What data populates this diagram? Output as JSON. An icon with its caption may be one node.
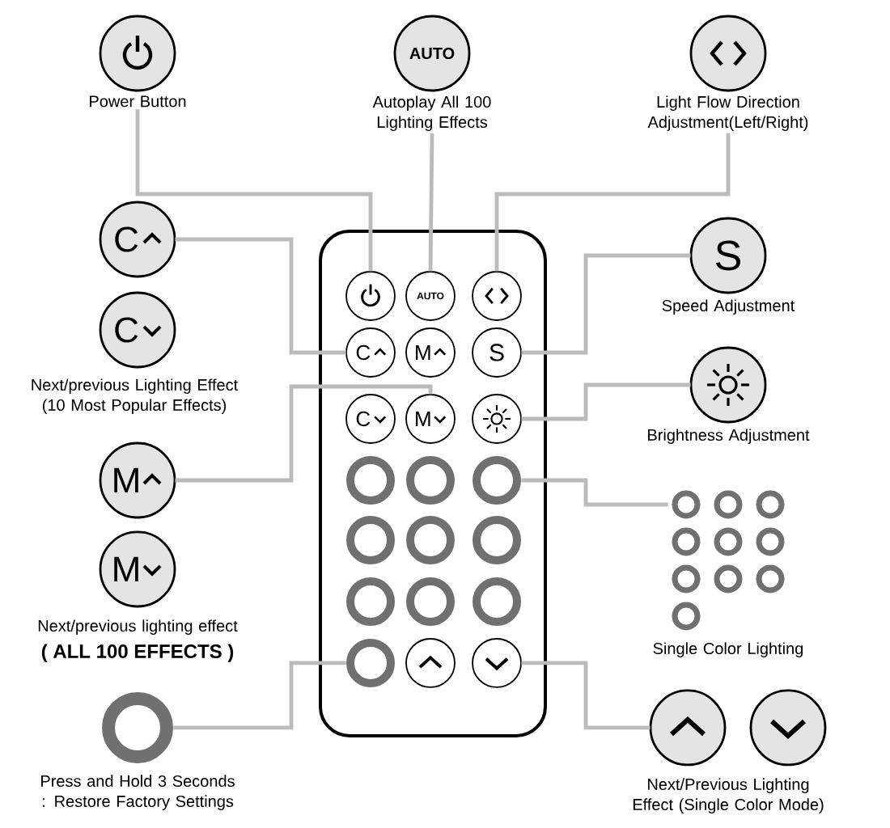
{
  "diagram": {
    "nodes": [
      {
        "text": [
          "Power Button"
        ]
      },
      {
        "text": [
          "AUTO",
          "Autoplay All 100 Lighting Effects"
        ]
      },
      {
        "text": [
          "Light Flow Direction Adjustment(Left/Right)"
        ]
      },
      {
        "text": [
          "C"
        ]
      },
      {
        "text": [
          "C"
        ]
      },
      {
        "text": [
          "M"
        ]
      },
      {
        "text": [
          "M"
        ]
      },
      {
        "text": [],
        "shape": "circle",
        "beside": [
          "Press and Hold 3 Seconds : Restore Factory Settings"
        ]
      },
      {
        "text": [
          "S"
        ],
        "beside": [
          "Speed Adjustment"
        ]
      },
      {
        "text": [],
        "shape": "circle",
        "beside": [
          "Brightness Adjustment"
        ]
      },
      {
        "text": [],
        "shape": "circle",
        "beside": [
          "Single Color Lighting"
        ]
      },
      {
        "text": [],
        "shape": "circle"
      },
      {
        "text": [],
        "shape": "circle"
      },
      {
        "text": [],
        "shape": "box"
      },
      {
        "text": [],
        "shape": "circle",
        "in": 13
      },
      {
        "text": [
          "AUTO"
        ],
        "in": 13
      },
      {
        "text": [],
        "shape": "circle",
        "in": 13
      },
      {
        "text": [
          "C"
        ],
        "in": 13
      },
      {
        "text": [
          "M"
        ],
        "in": 13
      },
      {
        "text": [
          "S"
        ],
        "in": 13
      },
      {
        "text": [
          "C"
        ],
        "in": 13
      },
      {
        "text": [
          "M"
        ],
        "in": 13
      },
      {
        "text": [],
        "shape": "circle",
        "in": 13
      },
      {
        "text": [],
        "shape": "circle",
        "in": 13
      },
      {
        "text": [],
        "shape": "circle",
        "in": 13
      },
      {
        "text": [],
        "shape": "circle",
        "in": 13
      },
      {
        "text": [],
        "shape": "circle",
        "in": 13
      },
      {
        "text": [],
        "shape": "circle",
        "in": 13
      },
      {
        "text": [],
        "shape": "circle",
        "in": 13
      },
      {
        "text": [],
        "shape": "circle",
        "in": 13
      },
      {
        "text": [],
        "shape": "circle",
        "in": 13
      },
      {
        "text": [],
        "shape": "circle",
        "in": 13
      },
      {
        "text": [],
        "shape": "circle",
        "in": 13
      },
      {
        "text": [],
        "shape": "circle",
        "in": 13
      },
      {
        "text": [],
        "shape": "circle",
        "in": 13
      }
    ],
    "edges": [
      {
        "from": 0,
        "to": 14,
        "arrow": "none"
      },
      {
        "from": 1,
        "to": 15,
        "arrow": "none"
      },
      {
        "from": 2,
        "to": 16,
        "arrow": "none"
      },
      {
        "from": 3,
        "to": 17,
        "arrow": "none"
      },
      {
        "from": 8,
        "to": 19,
        "arrow": "none"
      },
      {
        "from": 5,
        "to": 21,
        "arrow": "none"
      },
      {
        "from": 9,
        "to": 22,
        "arrow": "none"
      },
      {
        "from": 25,
        "to": 10,
        "arrow": "none"
      },
      {
        "from": 7,
        "to": 32,
        "arrow": "none"
      },
      {
        "from": 34,
        "to": 11,
        "arrow": "none"
      }
    ],
    "labels": [
      "Next/previous Lighting Effect (10 Most Popular Effects)",
      "Next/previous lighting effect",
      "( ALL 100 EFFECTS )",
      "Next/Previous Lighting Effect (Single Color Mode)"
    ]
  }
}
